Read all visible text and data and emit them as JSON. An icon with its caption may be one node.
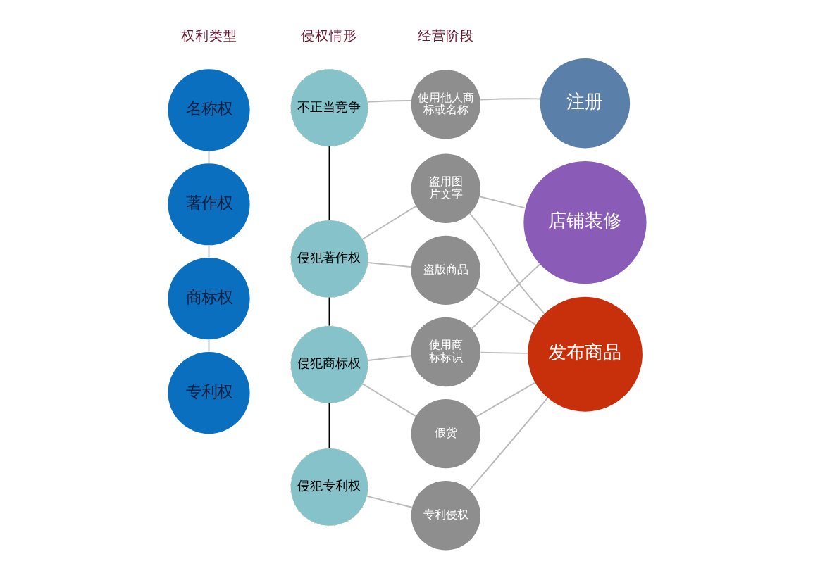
{
  "diagram": {
    "nodes": [
      {
        "text": [
          "名称权"
        ]
      },
      {
        "text": [
          "著作权"
        ]
      },
      {
        "text": [
          "商标权"
        ]
      },
      {
        "text": [
          "专利权"
        ]
      },
      {
        "text": [
          "不正当竞争"
        ]
      },
      {
        "text": [
          "侵犯著作权"
        ]
      },
      {
        "text": [
          "侵犯商标权"
        ]
      },
      {
        "text": [
          "侵犯专利权"
        ]
      },
      {
        "text": [
          "使用他人商标或名称"
        ]
      },
      {
        "text": [
          "盗用图片文字"
        ]
      },
      {
        "text": [
          "盗版商品"
        ]
      },
      {
        "text": [
          "使用商标标识"
        ]
      },
      {
        "text": [
          "假货"
        ]
      },
      {
        "text": [
          "专利侵权"
        ]
      },
      {
        "text": [
          "注册"
        ]
      },
      {
        "text": [
          "店铺装修"
        ]
      },
      {
        "text": [
          "发布商品"
        ]
      }
    ],
    "edges": [
      {
        "from": 0,
        "to": 1,
        "arrow": "none"
      },
      {
        "from": 1,
        "to": 2,
        "arrow": "none"
      },
      {
        "from": 2,
        "to": 3,
        "arrow": "none"
      },
      {
        "from": 4,
        "to": 5,
        "arrow": "none",
        "color": "#000000"
      },
      {
        "from": 5,
        "to": 6,
        "arrow": "none",
        "color": "#000000"
      },
      {
        "from": 6,
        "to": 7,
        "arrow": "none",
        "color": "#000000"
      },
      {
        "from": 4,
        "to": 8,
        "arrow": "none"
      },
      {
        "from": 5,
        "to": 9,
        "arrow": "none"
      },
      {
        "from": 5,
        "to": 10,
        "arrow": "none"
      },
      {
        "from": 6,
        "to": 11,
        "arrow": "none"
      },
      {
        "from": 6,
        "to": 12,
        "arrow": "none"
      },
      {
        "from": 7,
        "to": 13,
        "arrow": "none"
      },
      {
        "from": 8,
        "to": 14,
        "arrow": "none"
      },
      {
        "from": 9,
        "to": 15,
        "arrow": "none"
      },
      {
        "from": 9,
        "to": 16,
        "arrow": "none"
      },
      {
        "from": 10,
        "to": 16,
        "arrow": "none"
      },
      {
        "from": 11,
        "to": 15,
        "arrow": "none"
      },
      {
        "from": 11,
        "to": 16,
        "arrow": "none"
      },
      {
        "from": 12,
        "to": 16,
        "arrow": "none"
      },
      {
        "from": 13,
        "to": 16,
        "arrow": "none"
      }
    ],
    "labels": [
      "权利类型",
      "侵权情形",
      "经营阶段"
    ]
  }
}
